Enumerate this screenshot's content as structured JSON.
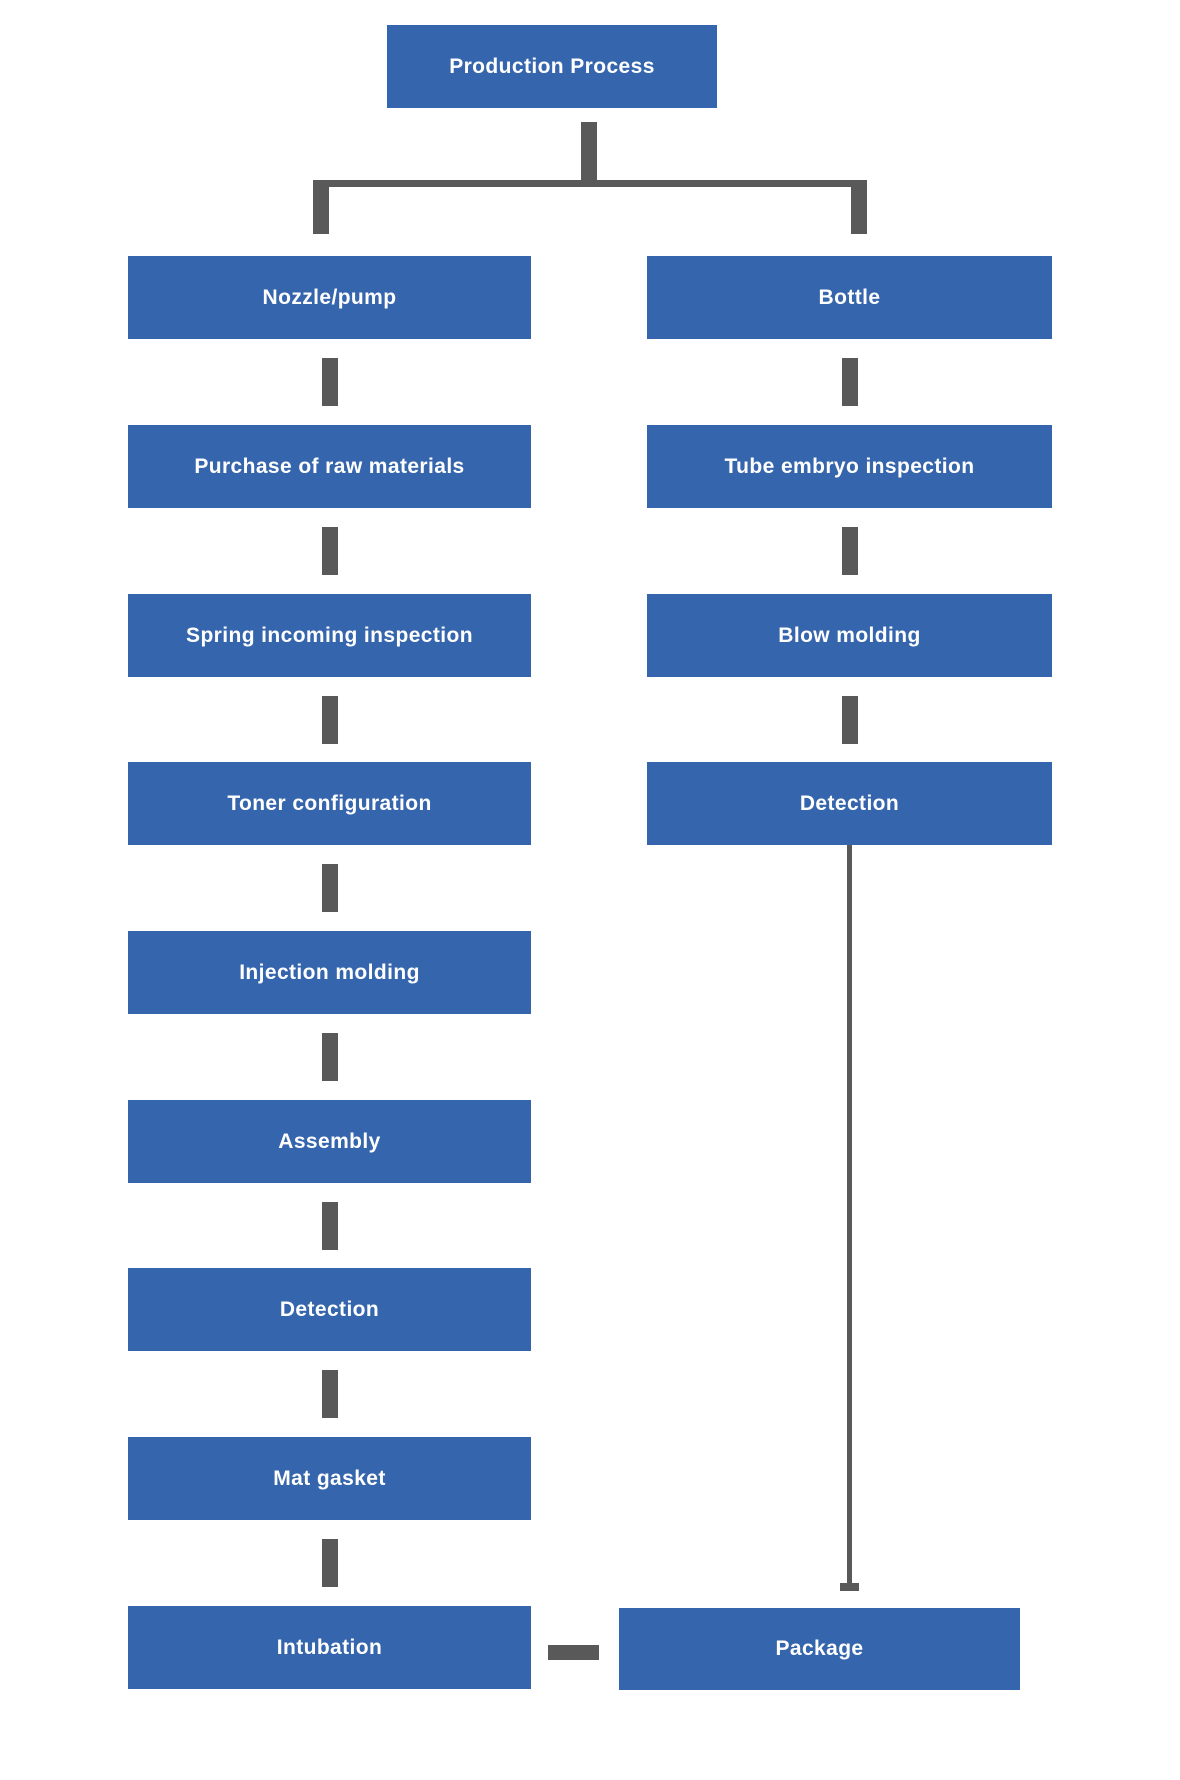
{
  "colors": {
    "box_blue": "#3565ac",
    "connector_gray": "#595959",
    "text_white": "#ffffff",
    "page_bg": "#ffffff"
  },
  "flowchart": {
    "root": {
      "label": "Production Process"
    },
    "left": [
      {
        "label": "Nozzle/pump"
      },
      {
        "label": "Purchase of raw materials"
      },
      {
        "label": "Spring incoming inspection"
      },
      {
        "label": "Toner configuration"
      },
      {
        "label": "Injection molding"
      },
      {
        "label": "Assembly"
      },
      {
        "label": "Detection"
      },
      {
        "label": "Mat gasket"
      },
      {
        "label": "Intubation"
      }
    ],
    "right": [
      {
        "label": "Bottle"
      },
      {
        "label": "Tube embryo inspection"
      },
      {
        "label": "Blow molding"
      },
      {
        "label": "Detection"
      }
    ],
    "final": {
      "label": "Package"
    }
  }
}
